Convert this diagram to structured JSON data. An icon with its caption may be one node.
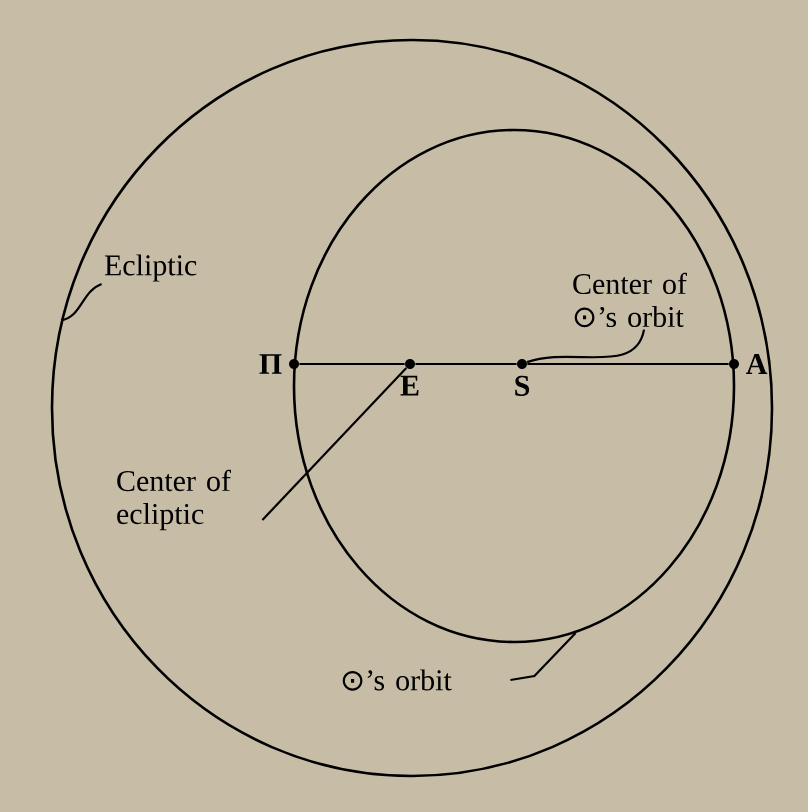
{
  "diagram": {
    "nodes": [
      {
        "text": [],
        "shape": "circle"
      },
      {
        "text": [],
        "shape": "circle",
        "in": 0
      },
      {
        "text": [
          "Ecliptic"
        ],
        "in": 0
      },
      {
        "text": [
          "Π"
        ],
        "in": 0
      },
      {
        "text": [
          "E"
        ],
        "in": 1
      },
      {
        "text": [
          "S"
        ],
        "in": 1
      },
      {
        "text": [
          "A"
        ],
        "in": 0
      },
      {
        "text": [
          "Center of ⊙’s orbit"
        ],
        "in": 1
      },
      {
        "text": [
          "Center of ecliptic"
        ],
        "in": 0
      },
      {
        "text": [
          "⊙’s orbit"
        ],
        "in": 0
      }
    ],
    "edges": [
      {
        "from": 2,
        "to": 0,
        "arrow": "none"
      },
      {
        "from": 3,
        "to": 4,
        "arrow": "none"
      },
      {
        "from": 4,
        "to": 5,
        "arrow": "none"
      },
      {
        "from": 5,
        "to": 6,
        "arrow": "none"
      },
      {
        "from": 7,
        "to": 5,
        "arrow": "none"
      },
      {
        "from": 8,
        "to": 4,
        "arrow": "none"
      },
      {
        "from": 9,
        "to": 1,
        "arrow": "none"
      }
    ]
  }
}
